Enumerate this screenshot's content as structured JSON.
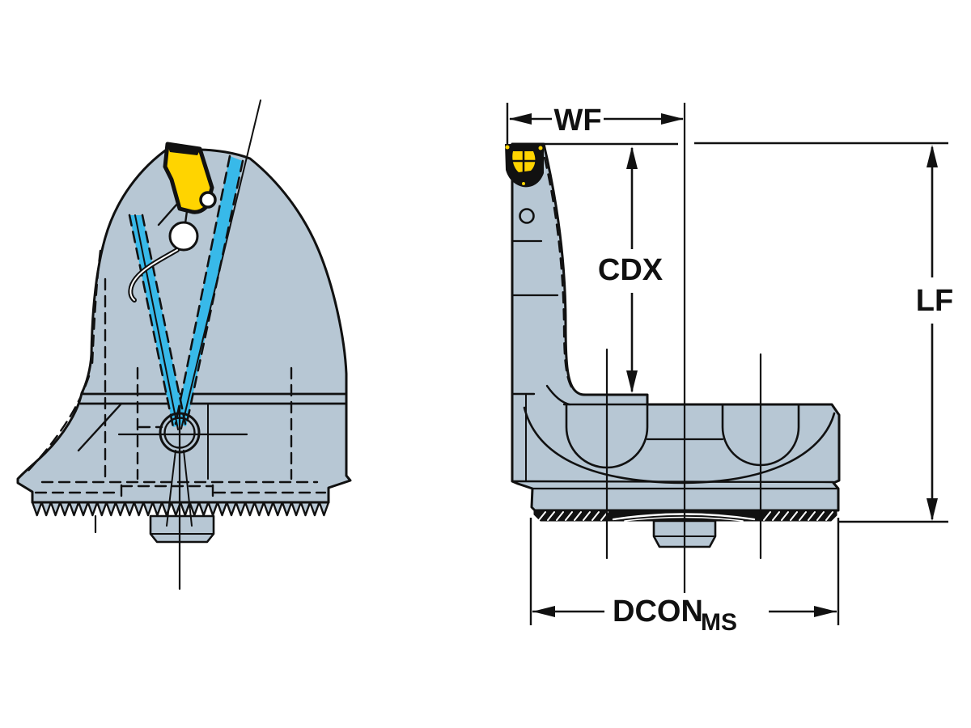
{
  "diagram": {
    "type": "technical-drawing",
    "labels": {
      "wf": "WF",
      "cdx": "CDX",
      "lf": "LF",
      "dcon": "DCON",
      "dcon_subscript": "MS"
    },
    "colors": {
      "body": "#b7c7d4",
      "coolant_highlight": "#38b9e9",
      "insert": "#ffd400",
      "outline": "#111111",
      "background": "#ffffff"
    }
  }
}
